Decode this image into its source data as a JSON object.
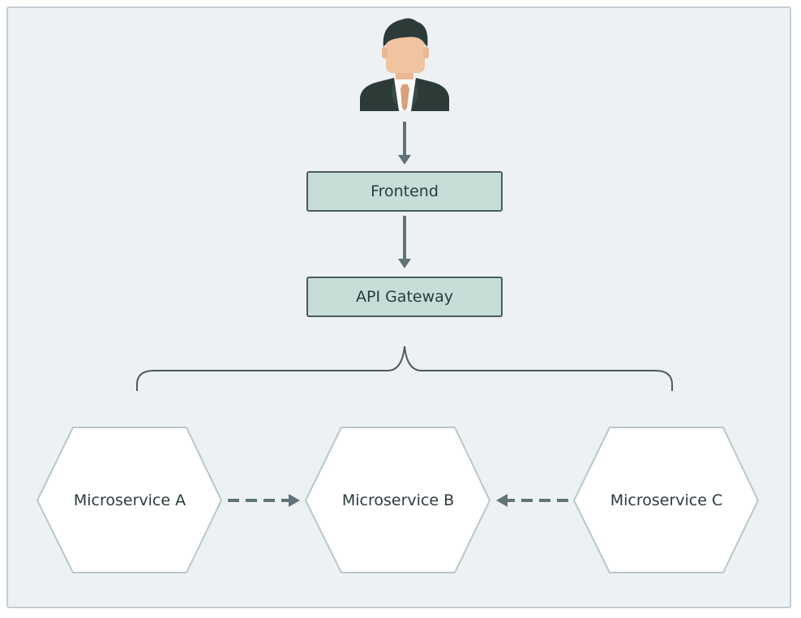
{
  "diagram": {
    "user_icon": "user-businessman-icon",
    "nodes": {
      "frontend": "Frontend",
      "api_gateway": "API Gateway",
      "microservice_a": "Microservice A",
      "microservice_b": "Microservice B",
      "microservice_c": "Microservice C"
    },
    "colors": {
      "background": "#edf1f4",
      "box_fill": "#c6ddd8",
      "box_border": "#4a5b5f",
      "arrow": "#5f7378",
      "hex_border": "#b9c6cb",
      "suit": "#2d3b38",
      "skin": "#f0c4a0"
    },
    "edges": [
      {
        "from": "user",
        "to": "frontend",
        "style": "solid"
      },
      {
        "from": "frontend",
        "to": "api_gateway",
        "style": "solid"
      },
      {
        "from": "api_gateway",
        "to": "microservices",
        "style": "brace"
      },
      {
        "from": "microservice_a",
        "to": "microservice_b",
        "style": "dashed"
      },
      {
        "from": "microservice_c",
        "to": "microservice_b",
        "style": "dashed"
      }
    ]
  }
}
